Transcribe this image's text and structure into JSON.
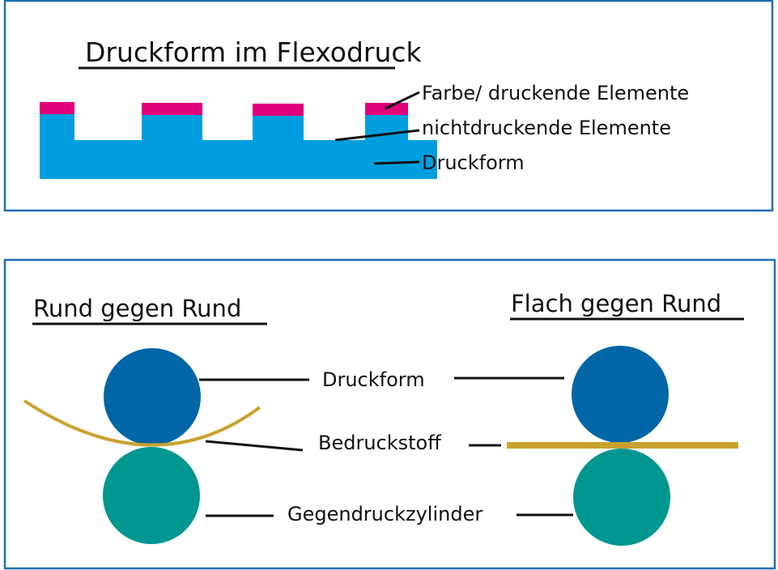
{
  "top_panel": {
    "title": "Druckform im Flexodruck",
    "labels": {
      "ink": "Farbe/ druckende Elemente",
      "non_printing": "nichtdruckende Elemente",
      "plate": "Druckform"
    }
  },
  "bottom_panel": {
    "left_title": "Rund gegen Rund",
    "right_title": "Flach gegen Rund",
    "labels": {
      "plate_cylinder": "Druckform",
      "substrate": "Bedruckstoff",
      "impression_cylinder": "Gegendruckzylinder"
    }
  },
  "colors": {
    "frame": "#1f6fb5",
    "plate": "#009ede",
    "ink": "#e0007a",
    "plate_cylinder": "#0066a6",
    "impression_cylinder": "#009790",
    "substrate": "#c9a22e",
    "line": "#111111"
  }
}
